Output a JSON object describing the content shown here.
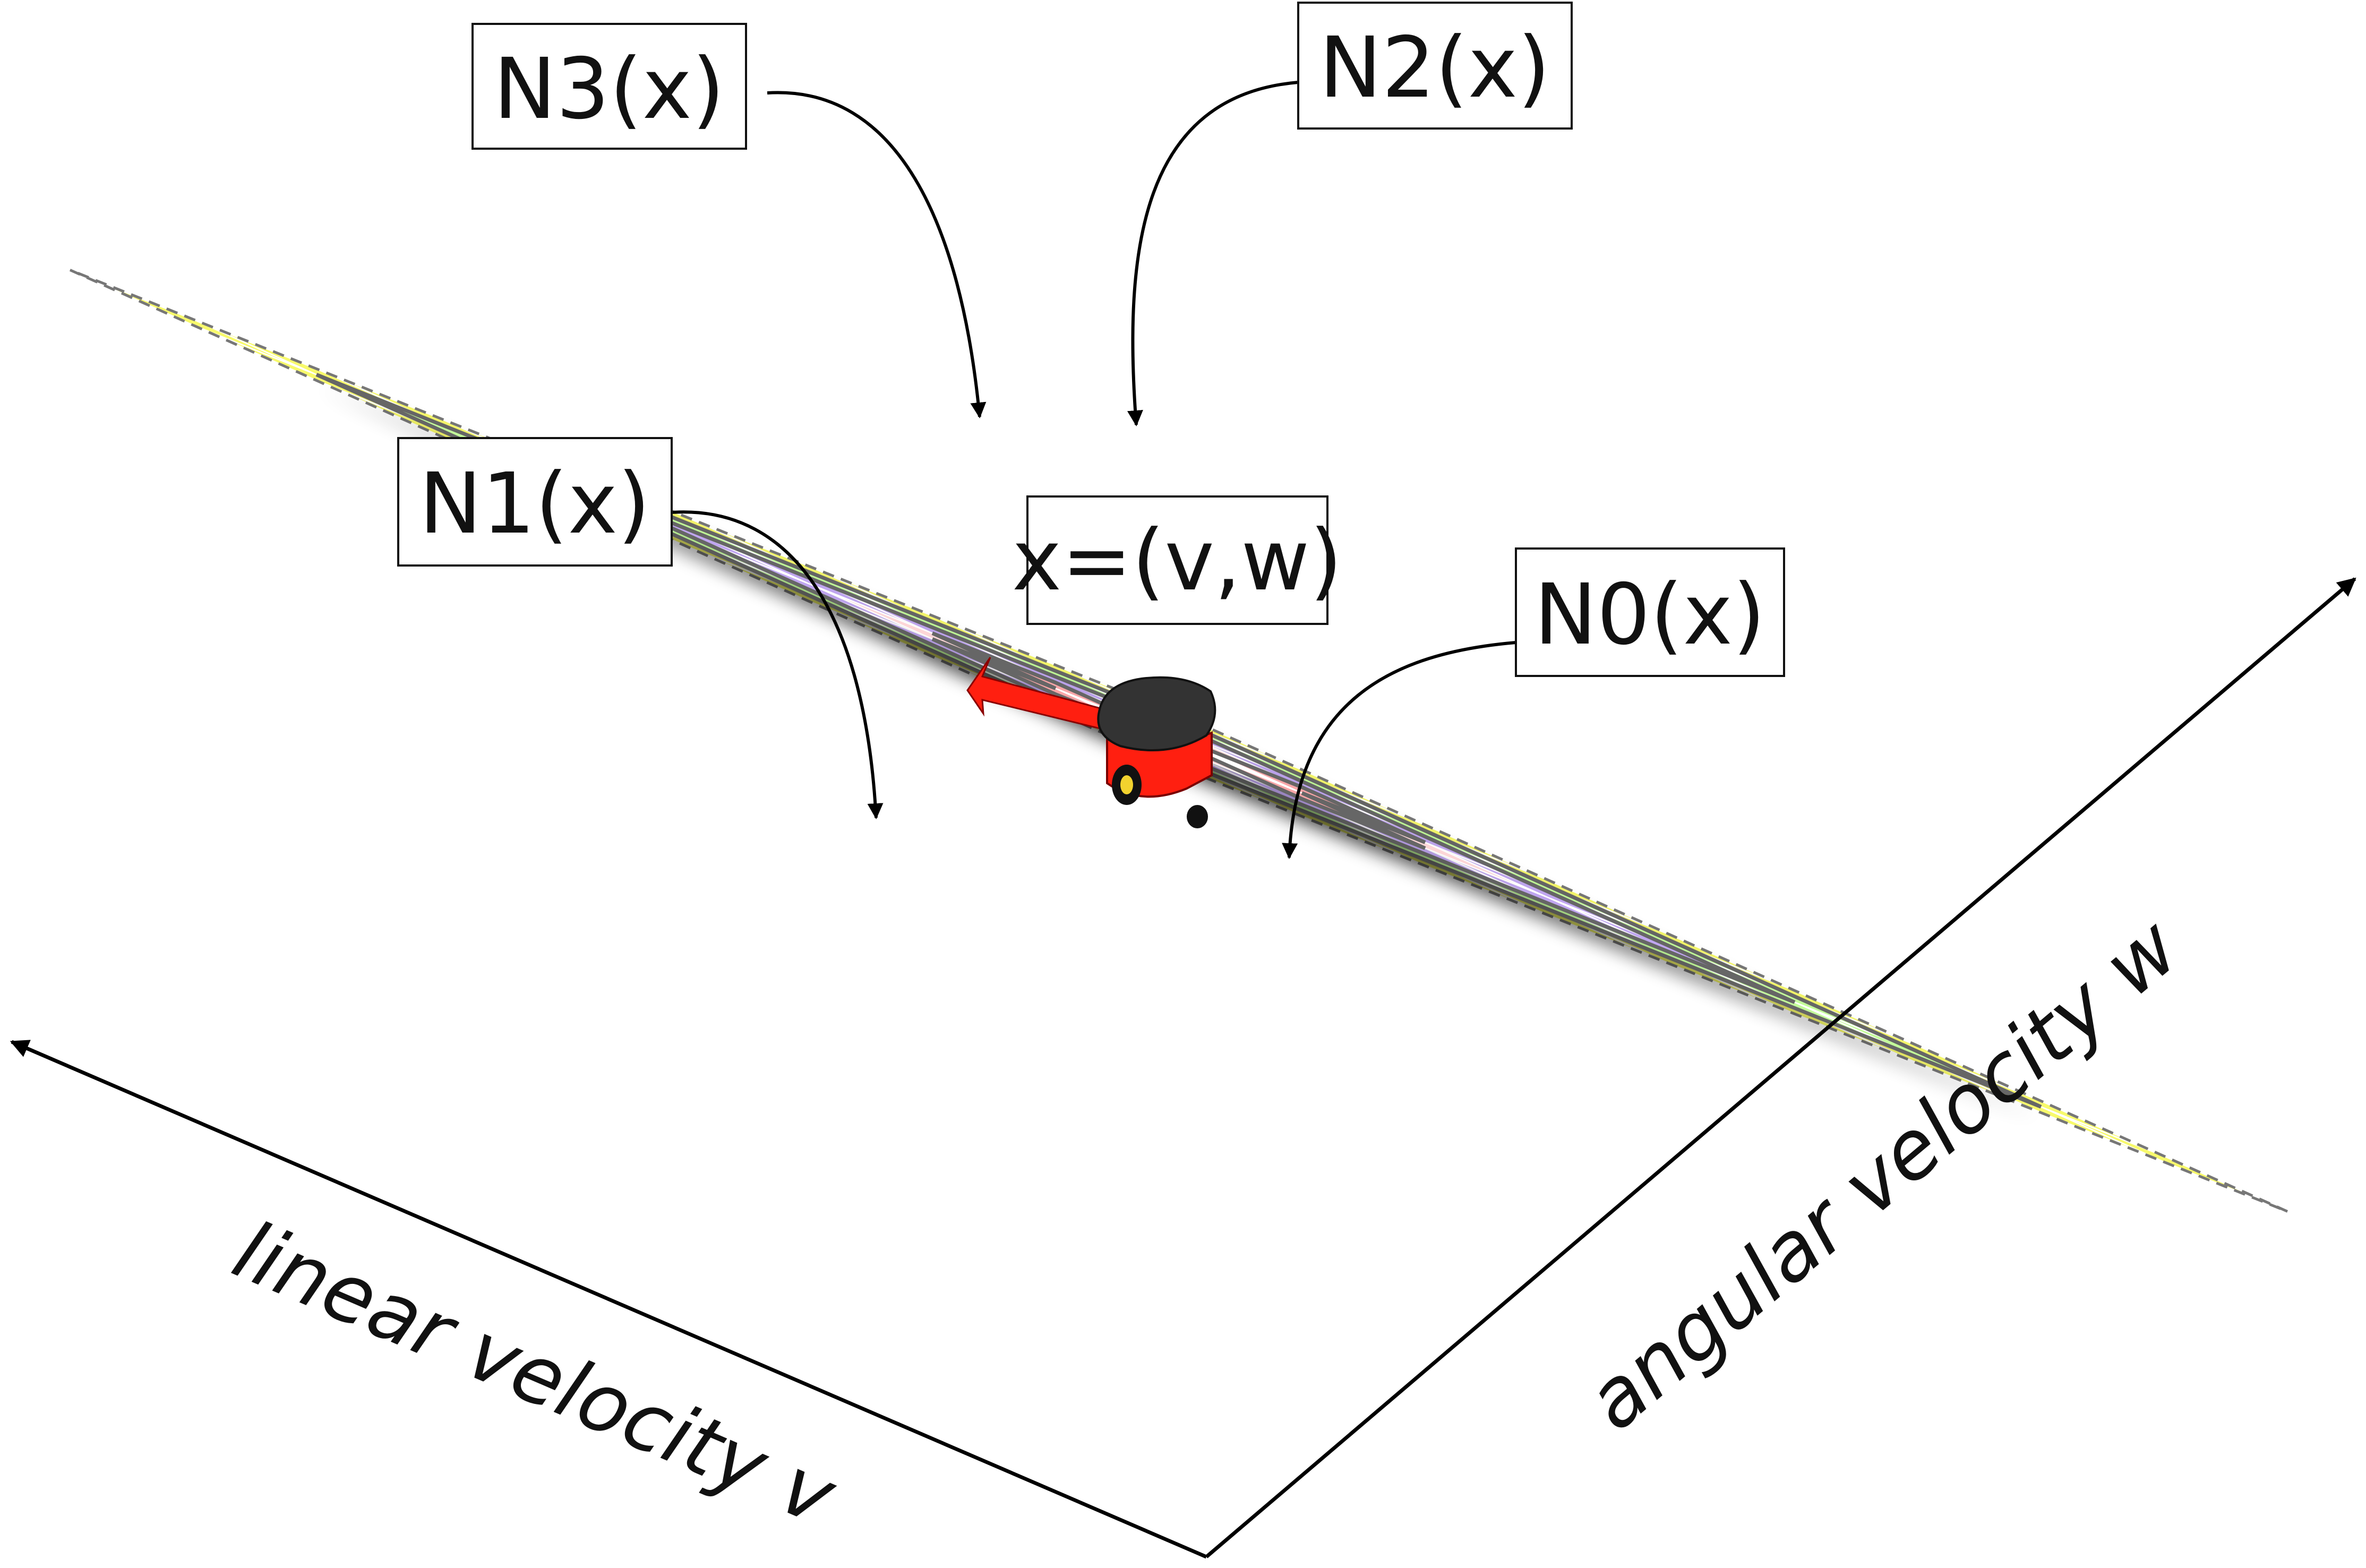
{
  "labels": {
    "n0": "N0(x)",
    "n1": "N1(x)",
    "n2": "N2(x)",
    "n3": "N3(x)",
    "center": "x=(v,w)"
  },
  "axes": {
    "linear": "linear velocity v",
    "angular": "angular velocity w"
  },
  "colors": {
    "n0_dark": "#f9a6a8",
    "n0_light": "#fcd6d7",
    "n1": "#c0a6f0",
    "n2": "#c3fc9a",
    "n3": "#f8fa6c",
    "frame": "#666666",
    "robot_body": "#ff1f10",
    "robot_top": "#333333",
    "robot_arrow": "#ff1f10"
  },
  "icons": {
    "robot": "mobile-robot-icon",
    "heading": "heading-arrow-icon"
  }
}
